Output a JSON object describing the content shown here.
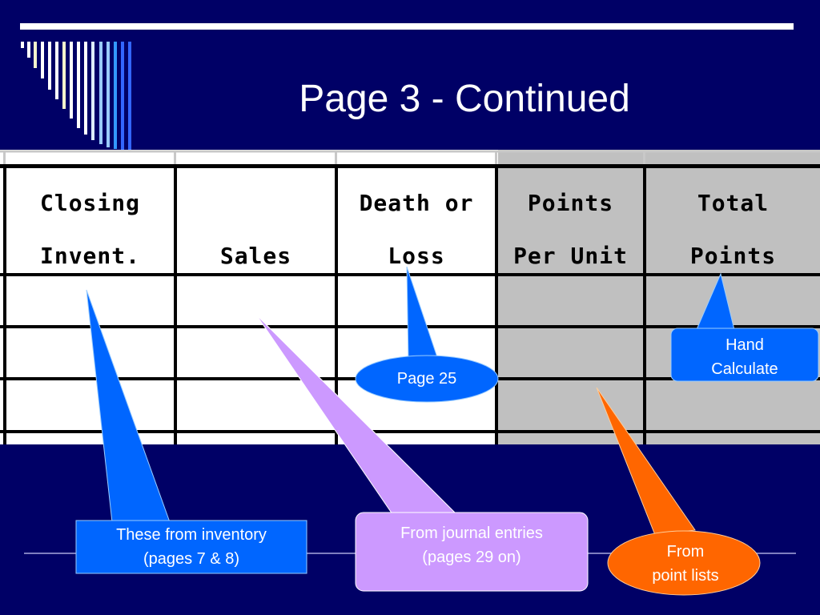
{
  "title": "Page 3 - Continued",
  "table": {
    "headers": [
      {
        "line1": "Closing",
        "line2": "Invent."
      },
      {
        "line1": "",
        "line2": "Sales"
      },
      {
        "line1": "Death or",
        "line2": "Loss"
      },
      {
        "line1": "Points",
        "line2": "Per Unit"
      },
      {
        "line1": "Total",
        "line2": "Points"
      }
    ]
  },
  "callouts": {
    "inventory": {
      "line1": "These from inventory",
      "line2": "(pages 7 & 8)"
    },
    "journal": {
      "line1": "From journal entries",
      "line2": "(pages 29 on)"
    },
    "page25": {
      "text": "Page 25"
    },
    "hand": {
      "line1": "Hand",
      "line2": "Calculate"
    },
    "point_lists": {
      "line1": "From",
      "line2": "point lists"
    }
  },
  "colors": {
    "background": "#000066",
    "blue_callout": "#0066ff",
    "purple_callout": "#cc99ff",
    "orange_callout": "#ff6600",
    "gray_columns": "#c0c0c0"
  }
}
